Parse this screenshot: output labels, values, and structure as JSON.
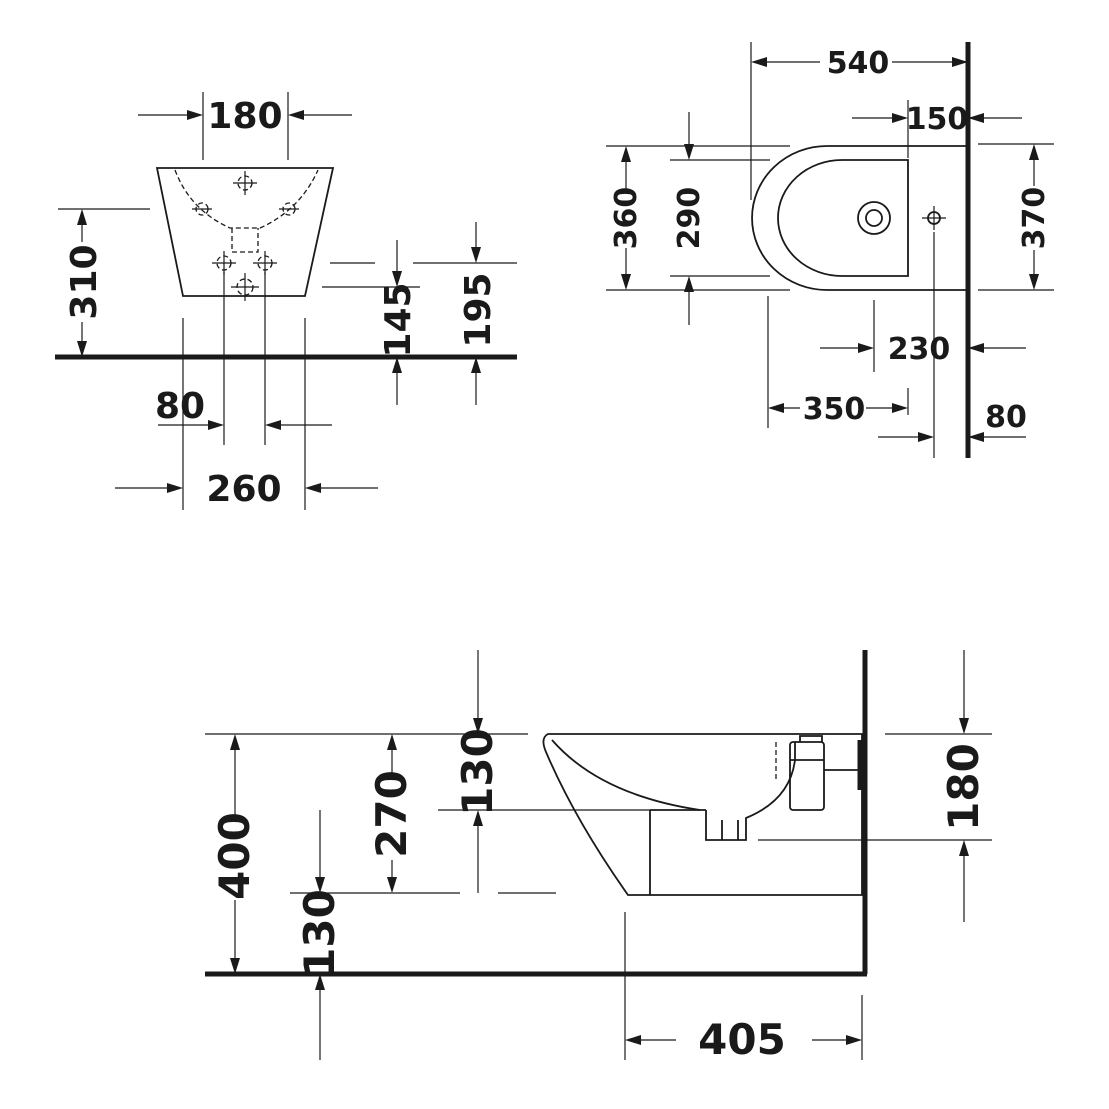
{
  "front_view": {
    "dim_width_top": "180",
    "dim_height_left": "310",
    "dim_inlet_height": "145",
    "dim_fixing_height": "195",
    "dim_fixing_spacing": "80",
    "dim_bottom_width": "260"
  },
  "top_view": {
    "dim_length": "540",
    "dim_rim_to_wall": "150",
    "dim_width_outer": "360",
    "dim_width_inner": "290",
    "dim_wall_width": "370",
    "dim_tap_from_wall": "230",
    "dim_bowl_center": "350",
    "dim_fixing_from_wall": "80"
  },
  "side_view": {
    "dim_total_height": "400",
    "dim_rim_to_outlet": "270",
    "dim_rim_drop": "130",
    "dim_floor_to_bottom": "130",
    "dim_connection_height": "180",
    "dim_projection": "405"
  }
}
